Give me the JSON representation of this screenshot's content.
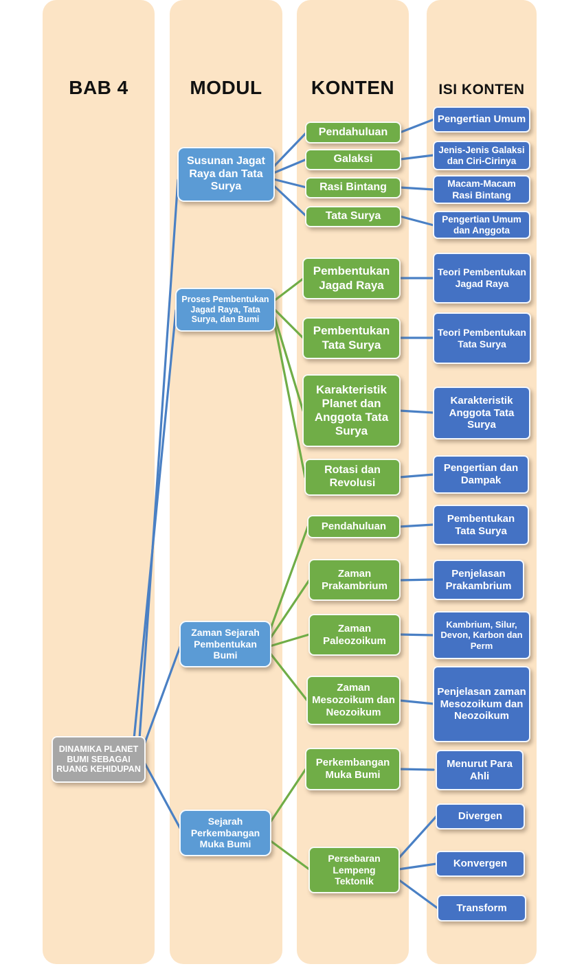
{
  "columns": {
    "bab": {
      "header": "BAB 4"
    },
    "modul": {
      "header": "MODUL"
    },
    "konten": {
      "header": "KONTEN"
    },
    "isi_konten": {
      "header": "ISI KONTEN"
    }
  },
  "bab": {
    "label": "DINAMIKA PLANET BUMI SEBAGAI RUANG KEHIDUPAN"
  },
  "modul": [
    {
      "label": "Susunan Jagat Raya dan Tata Surya"
    },
    {
      "label": "Proses Pembentukan Jagad Raya, Tata Surya, dan Bumi"
    },
    {
      "label": "Zaman Sejarah Pembentukan Bumi"
    },
    {
      "label": "Sejarah Perkembangan Muka Bumi"
    }
  ],
  "konten": [
    {
      "label": "Pendahuluan"
    },
    {
      "label": "Galaksi"
    },
    {
      "label": "Rasi Bintang"
    },
    {
      "label": "Tata Surya"
    },
    {
      "label": "Pembentukan Jagad Raya"
    },
    {
      "label": "Pembentukan Tata Surya"
    },
    {
      "label": "Karakteristik Planet dan Anggota Tata Surya"
    },
    {
      "label": "Rotasi dan Revolusi"
    },
    {
      "label": "Pendahuluan"
    },
    {
      "label": "Zaman Prakambrium"
    },
    {
      "label": "Zaman Paleozoikum"
    },
    {
      "label": "Zaman Mesozoikum dan Neozoikum"
    },
    {
      "label": "Perkembangan Muka Bumi"
    },
    {
      "label": "Persebaran Lempeng Tektonik"
    }
  ],
  "isi_konten": [
    {
      "label": "Pengertian Umum"
    },
    {
      "label": "Jenis-Jenis Galaksi dan Ciri-Cirinya"
    },
    {
      "label": "Macam-Macam Rasi Bintang"
    },
    {
      "label": "Pengertian Umum dan Anggota"
    },
    {
      "label": "Teori Pembentukan Jagad Raya"
    },
    {
      "label": "Teori Pembentukan Tata Surya"
    },
    {
      "label": "Karakteristik Anggota Tata Surya"
    },
    {
      "label": "Pengertian dan Dampak"
    },
    {
      "label": "Pembentukan Tata Surya"
    },
    {
      "label": "Penjelasan Prakambrium"
    },
    {
      "label": "Kambrium, Silur, Devon, Karbon dan Perm"
    },
    {
      "label": "Penjelasan zaman Mesozoikum dan Neozoikum"
    },
    {
      "label": "Menurut Para Ahli"
    },
    {
      "label": "Divergen"
    },
    {
      "label": "Konvergen"
    },
    {
      "label": "Transform"
    }
  ],
  "colors": {
    "column_bg": "#FCE4C5",
    "modul_blue": "#5B9BD5",
    "isi_blue": "#4472C4",
    "konten_green": "#70AD47",
    "bab_gray": "#A6A6A6",
    "line_blue": "#4A80C4",
    "line_green": "#70AD47"
  }
}
